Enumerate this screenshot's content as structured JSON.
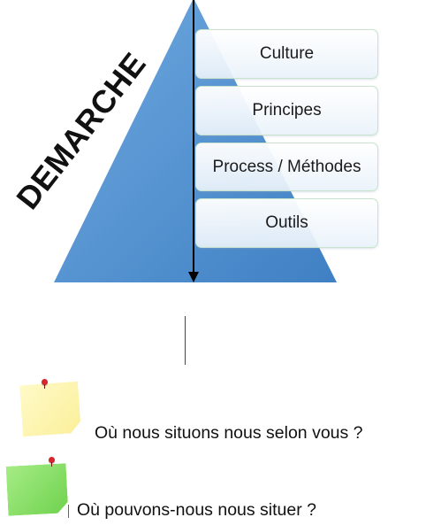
{
  "diagram": {
    "title": "DEMARCHE",
    "layers": [
      {
        "label": "Culture"
      },
      {
        "label": "Principes"
      },
      {
        "label": "Process / Méthodes"
      },
      {
        "label": "Outils"
      }
    ],
    "colors": {
      "pyramid": "#5b9bd5",
      "pyramid_dark": "#3f7fc0",
      "arrow": "#000000"
    }
  },
  "questions": [
    {
      "text": "Où nous situons nous selon vous ?",
      "note_color": "#fbef9a",
      "icon": "sticky-note-icon"
    },
    {
      "text": "Où pouvons-nous nous situer ?",
      "note_color": "#7fd95a",
      "icon": "sticky-note-icon"
    }
  ]
}
